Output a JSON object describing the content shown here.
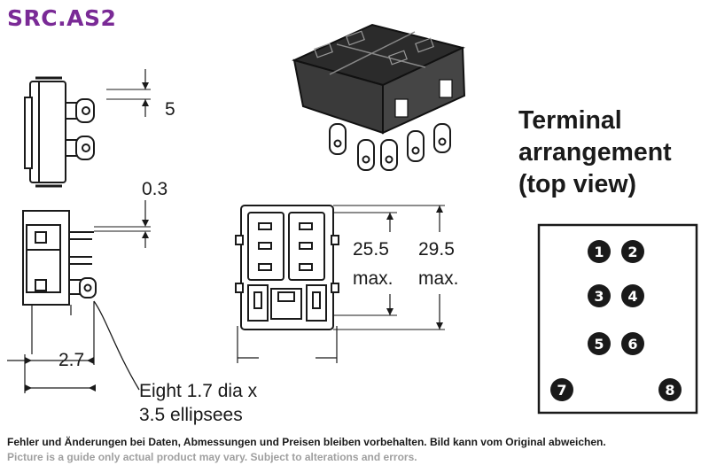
{
  "title": "SRC.AS2",
  "dimensions": {
    "d5": "5",
    "d03": "0.3",
    "d27": "2.7",
    "d255": "25.5",
    "d295": "29.5",
    "max1": "max.",
    "max2": "max."
  },
  "terminal": {
    "line1": "Terminal",
    "line2": "arrangement",
    "line3": "(top view)",
    "pins": [
      "1",
      "2",
      "3",
      "4",
      "5",
      "6",
      "7",
      "8"
    ]
  },
  "note": {
    "line1": "Eight 1.7 dia x",
    "line2": "3.5 ellipsees"
  },
  "footer": {
    "de": "Fehler und Änderungen bei Daten, Abmessungen und Preisen bleiben vorbehalten. Bild kann vom Original abweichen.",
    "en": "Picture is a guide only actual product may vary. Subject to alterations and errors."
  },
  "colors": {
    "title": "#7a2a96",
    "ink": "#1a1a1a",
    "footer_gray": "#a0a0a0"
  }
}
